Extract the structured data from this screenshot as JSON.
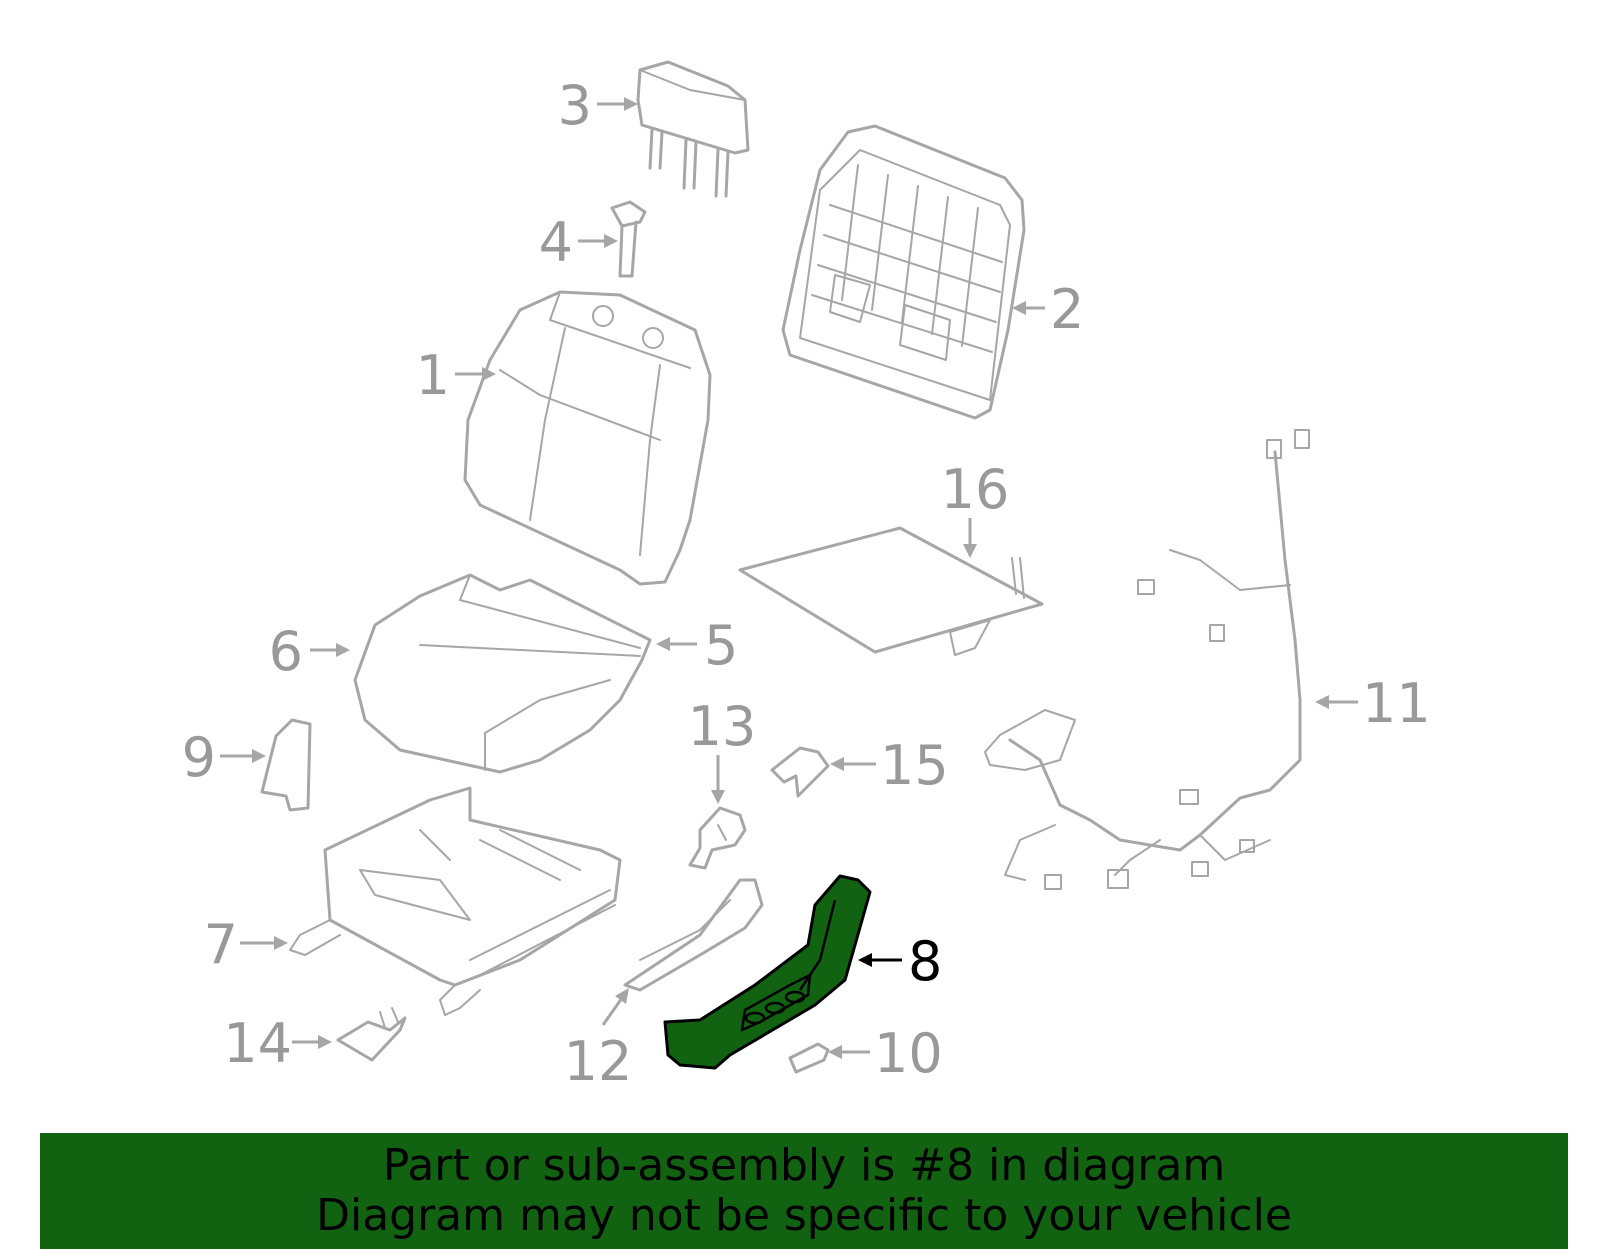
{
  "callouts": {
    "c1": "1",
    "c2": "2",
    "c3": "3",
    "c4": "4",
    "c5": "5",
    "c6": "6",
    "c7": "7",
    "c8": "8",
    "c9": "9",
    "c10": "10",
    "c11": "11",
    "c12": "12",
    "c13": "13",
    "c14": "14",
    "c15": "15",
    "c16": "16"
  },
  "highlighted_part": "8",
  "colors": {
    "highlight": "#116311",
    "part_stroke": "#a6a6a6",
    "callout_text": "#999999",
    "banner": "#116311"
  },
  "banner": {
    "line1": "Part or sub-assembly is #8 in diagram",
    "line2": "Diagram may not be specific to your vehicle"
  }
}
